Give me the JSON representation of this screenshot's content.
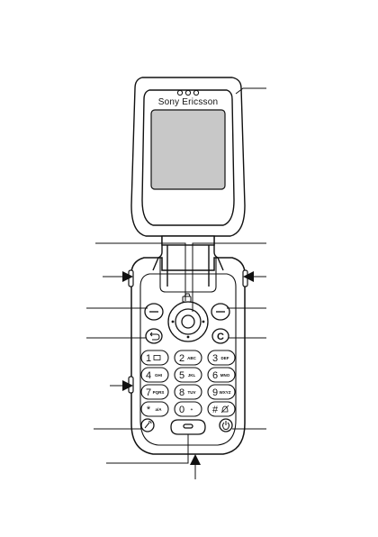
{
  "brand": "Sony Ericsson",
  "keys": [
    {
      "digit": "1",
      "sub": ""
    },
    {
      "digit": "2",
      "sub": "ABC"
    },
    {
      "digit": "3",
      "sub": "DEF"
    },
    {
      "digit": "4",
      "sub": "GHI"
    },
    {
      "digit": "5",
      "sub": "JKL"
    },
    {
      "digit": "6",
      "sub": "MNO"
    },
    {
      "digit": "7",
      "sub": "PQRS"
    },
    {
      "digit": "8",
      "sub": "TUV"
    },
    {
      "digit": "9",
      "sub": "WXYZ"
    },
    {
      "digit": "*",
      "sub": "a/A"
    },
    {
      "digit": "0",
      "sub": "+"
    },
    {
      "digit": "#",
      "sub": ""
    }
  ],
  "clear_key": "C",
  "icons": {
    "mail": "envelope-icon",
    "back": "back-arrow-icon",
    "shortcut": "wrench-icon",
    "power": "power-icon",
    "silent": "silent-bell-icon",
    "up": "activity-menu-icon"
  },
  "colors": {
    "ink": "#111111",
    "paper": "#ffffff",
    "screen": "#c8c8c8"
  }
}
